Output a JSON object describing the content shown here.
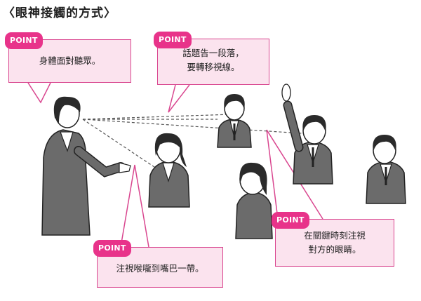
{
  "title": "〈眼神接觸的方式〉",
  "badge_label": "POINT",
  "callouts": [
    {
      "lines": [
        "身體面對聽眾。"
      ]
    },
    {
      "lines": [
        "話題告一段落，",
        "要轉移視線。"
      ]
    },
    {
      "lines": [
        "注視喉嚨到嘴巴一帶。"
      ]
    },
    {
      "lines": [
        "在關鍵時刻注視",
        "對方的眼睛。"
      ]
    }
  ],
  "colors": {
    "accent": "#e8338a",
    "callout_fill": "#fbe3ee",
    "suit": "#6b6b6b",
    "hair": "#2a2a2a"
  }
}
